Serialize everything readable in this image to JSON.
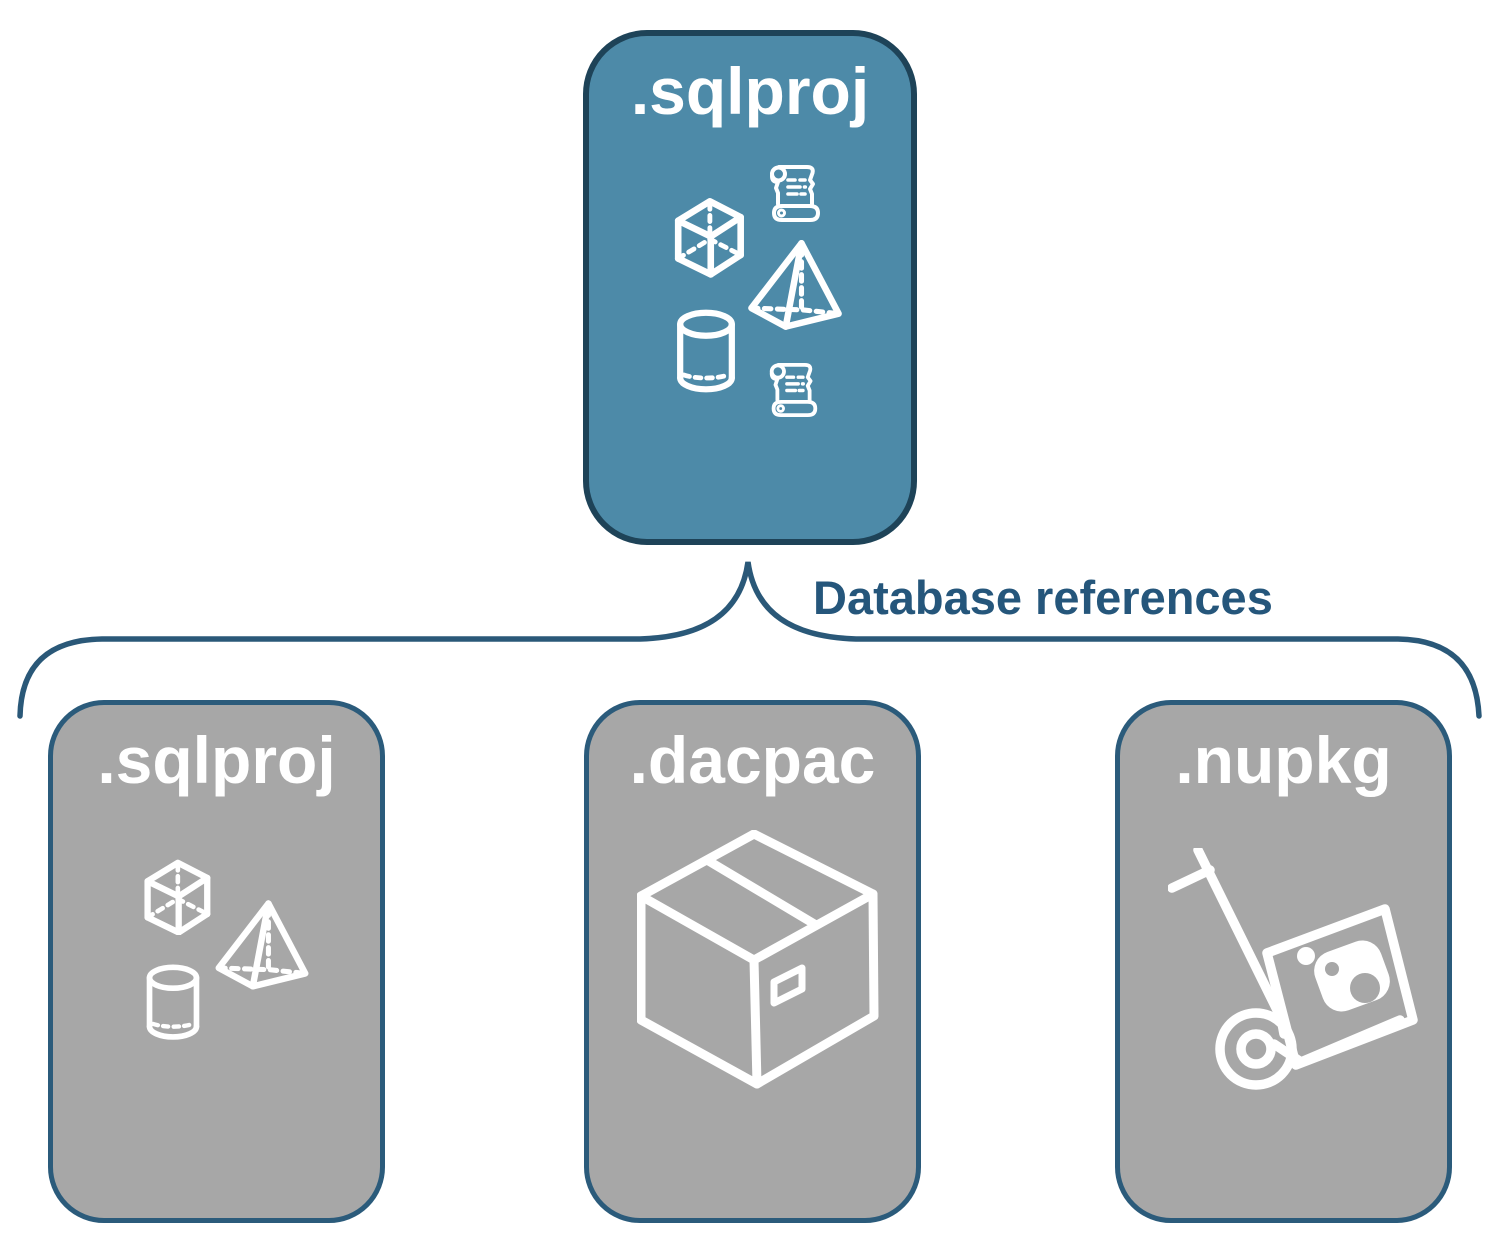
{
  "diagram": {
    "connector_label": "Database references",
    "root": {
      "label": ".sqlproj",
      "icons": [
        "scroll-icon",
        "cube-icon",
        "pyramid-icon",
        "cylinder-icon",
        "scroll-icon"
      ]
    },
    "children": [
      {
        "label": ".sqlproj",
        "icons": [
          "cube-icon",
          "pyramid-icon",
          "cylinder-icon"
        ]
      },
      {
        "label": ".dacpac",
        "icons": [
          "package-box-icon"
        ]
      },
      {
        "label": ".nupkg",
        "icons": [
          "hand-truck-package-icon"
        ]
      }
    ],
    "colors": {
      "background": "#FFFFFF",
      "root_fill": "#4D8AA8",
      "root_border": "#1E4358",
      "child_fill": "#A7A7A7",
      "child_border": "#2B5B7B",
      "connector_line": "#2A5878",
      "label_text": "#25567B",
      "icon_stroke": "#FFFFFF",
      "node_title_text": "#FFFFFF"
    }
  }
}
